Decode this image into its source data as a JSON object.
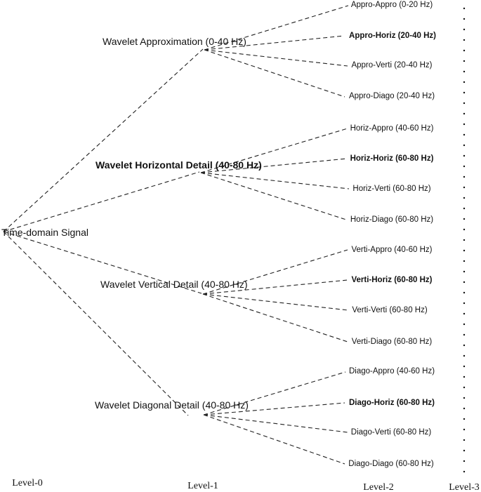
{
  "root": {
    "label": "Time-domain Signal"
  },
  "level1": [
    {
      "label": "Wavelet Approximation (0-40 Hz)",
      "bold": false,
      "children": [
        {
          "label": "Appro-Appro (0-20 Hz)",
          "bold": false
        },
        {
          "label": "Appro-Horiz (20-40 Hz)",
          "bold": true
        },
        {
          "label": "Appro-Verti (20-40 Hz)",
          "bold": false
        },
        {
          "label": "Appro-Diago (20-40 Hz)",
          "bold": false
        }
      ]
    },
    {
      "label": "Wavelet Horizontal Detail (40-80 Hz)",
      "bold": true,
      "children": [
        {
          "label": "Horiz-Appro (40-60 Hz)",
          "bold": false
        },
        {
          "label": "Horiz-Horiz (60-80 Hz)",
          "bold": true
        },
        {
          "label": "Horiz-Verti (60-80 Hz)",
          "bold": false
        },
        {
          "label": "Horiz-Diago (60-80 Hz)",
          "bold": false
        }
      ]
    },
    {
      "label": "Wavelet Vertical Detail (40-80 Hz)",
      "bold": false,
      "children": [
        {
          "label": "Verti-Appro (40-60 Hz)",
          "bold": false
        },
        {
          "label": "Verti-Horiz (60-80 Hz)",
          "bold": true
        },
        {
          "label": "Verti-Verti (60-80 Hz)",
          "bold": false
        },
        {
          "label": "Verti-Diago (60-80 Hz)",
          "bold": false
        }
      ]
    },
    {
      "label": "Wavelet Diagonal Detail (40-80 Hz)",
      "bold": false,
      "children": [
        {
          "label": "Diago-Appro (40-60 Hz)",
          "bold": false
        },
        {
          "label": "Diago-Horiz (60-80 Hz)",
          "bold": true
        },
        {
          "label": "Diago-Verti (60-80 Hz)",
          "bold": false
        },
        {
          "label": "Diago-Diago (60-80 Hz)",
          "bold": false
        }
      ]
    }
  ],
  "levels": [
    "Level-0",
    "Level-1",
    "Level-2",
    "Level-3"
  ]
}
